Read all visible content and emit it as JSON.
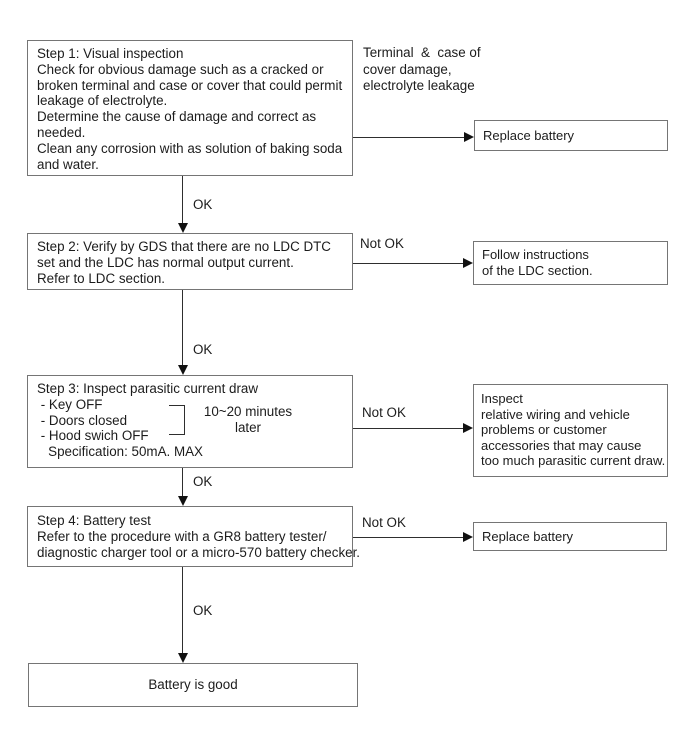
{
  "diagram": {
    "title_none": "",
    "colors": {
      "background": "#ffffff",
      "box_border": "#757575",
      "line": "#2e2e2e",
      "text": "#1c1c1c"
    },
    "steps": [
      {
        "id": "step-1",
        "text": "Step 1: Visual inspection\nCheck for obvious damage such as a cracked or\nbroken terminal and case or cover that could permit\nleakage of electrolyte.\nDetermine the cause of damage and correct as\nneeded.\nClean any corrosion with as solution of baking soda\nand water."
      },
      {
        "id": "step-2",
        "text": "Step 2: Verify by GDS that there are no LDC DTC\nset and the LDC has normal output current.\nRefer to LDC section."
      },
      {
        "id": "step-3",
        "text": "Step 3: Inspect parasitic current draw\n - Key OFF\n - Doors closed\n - Hood swich OFF\n   Specification: 50mA. MAX"
      },
      {
        "id": "step-4",
        "text": "Step 4: Battery test\nRefer to the procedure with a GR8 battery tester/\ndiagnostic charger tool or a micro-570 battery checker."
      }
    ],
    "final_box": {
      "text": "Battery is good"
    },
    "outcomes": [
      {
        "id": "replace-battery-1",
        "text": "Replace battery"
      },
      {
        "id": "follow-ldc",
        "text": "Follow instructions\nof the LDC section."
      },
      {
        "id": "inspect-wiring",
        "text": "Inspect\nrelative wiring and vehicle\nproblems or customer\naccessories that may cause\ntoo much parasitic current draw."
      },
      {
        "id": "replace-battery-2",
        "text": "Replace battery"
      }
    ],
    "labels": {
      "ok": "OK",
      "not_ok": "Not OK",
      "terminal_note": "Terminal  &  case of\ncover damage,\nelectrolyte leakage",
      "wait_note": "10~20 minutes\nlater"
    }
  }
}
